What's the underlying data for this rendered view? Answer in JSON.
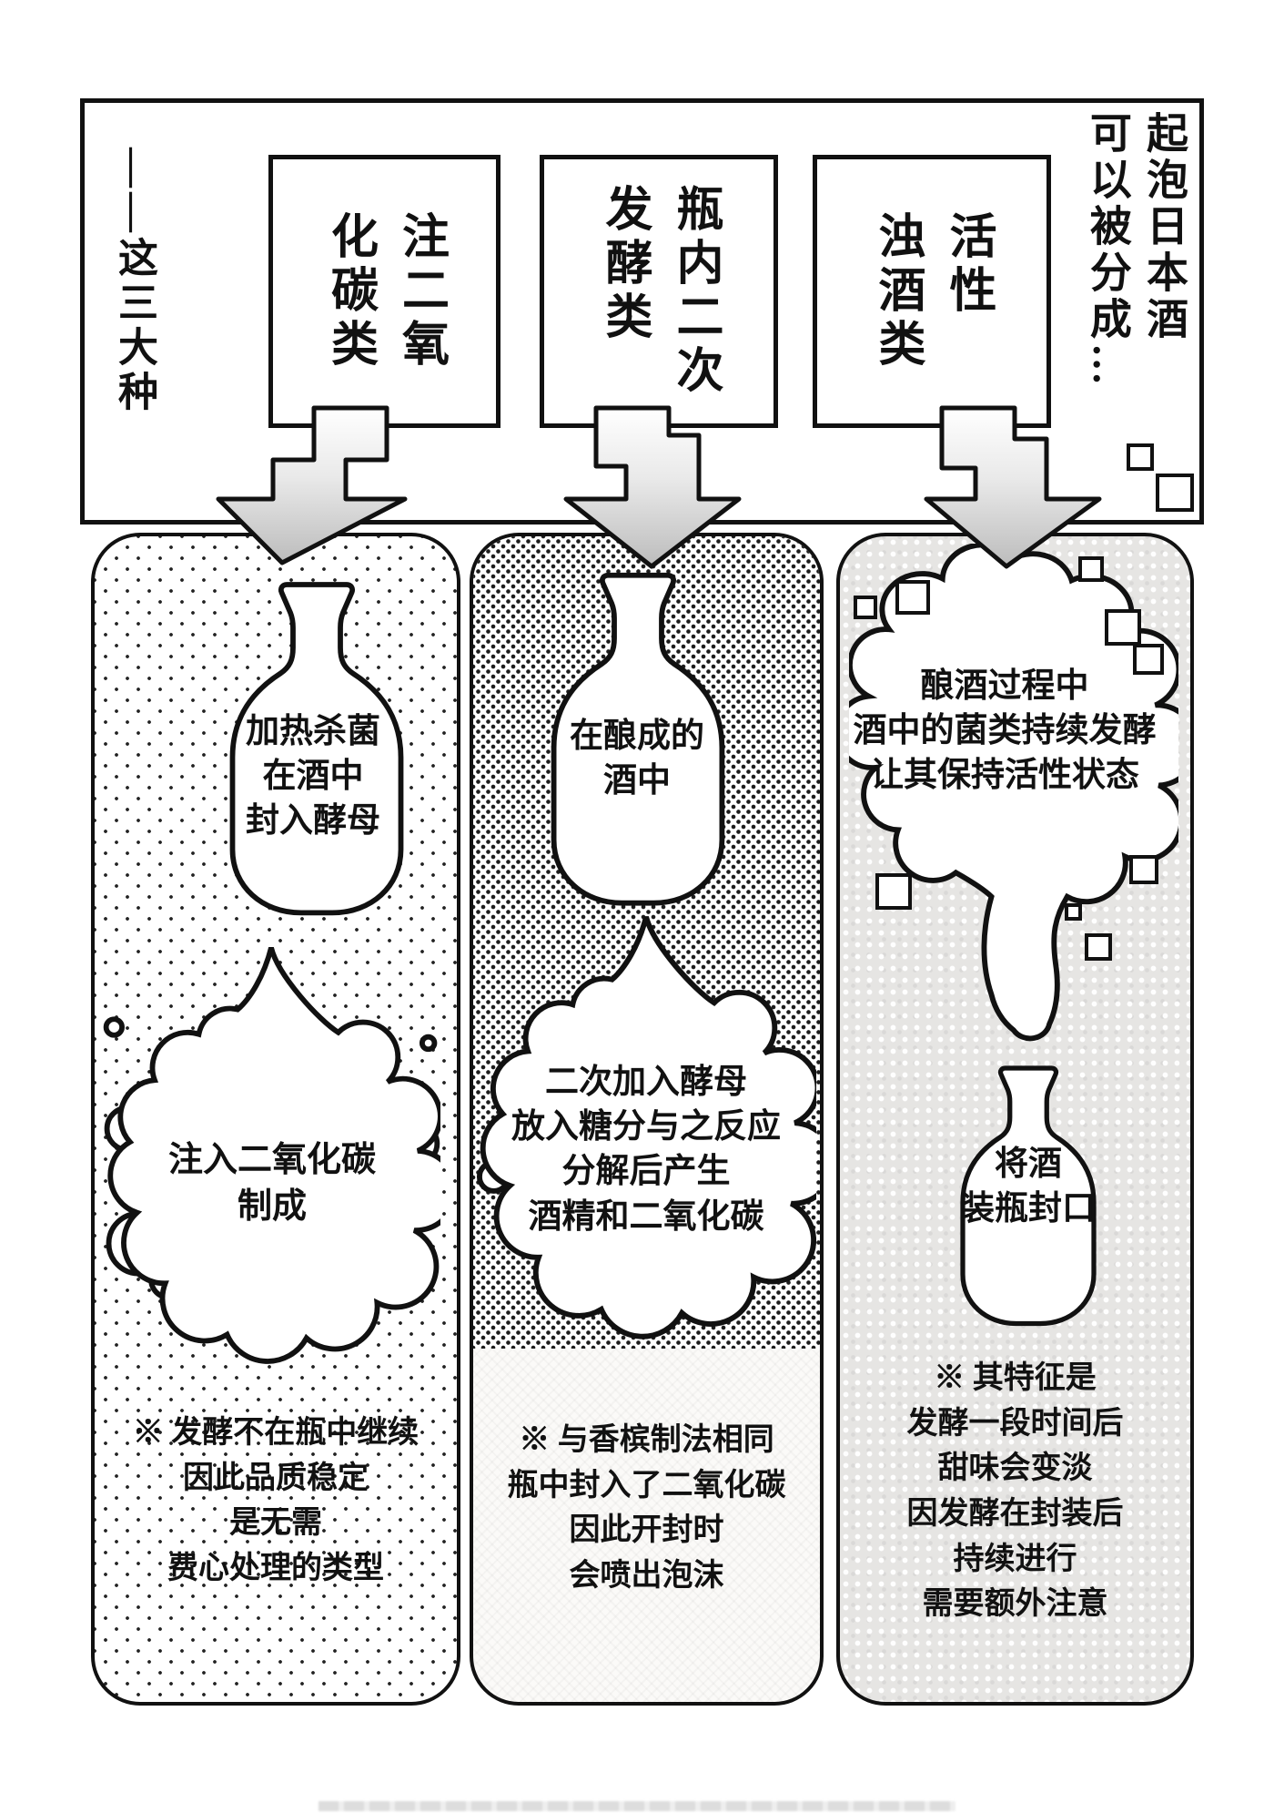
{
  "header": {
    "right_intro": "起泡日本酒\n可以被分成…",
    "left_outro": "——这三大种",
    "categories": [
      {
        "label": "注二氧\n化碳类"
      },
      {
        "label": "瓶内二次\n发酵类"
      },
      {
        "label": "活性\n浊酒类"
      }
    ]
  },
  "panels": [
    {
      "bottle_text": "加热杀菌\n在酒中\n封入酵母",
      "cloud_text": "注入二氧化碳\n制成",
      "note": "※ 发酵不在瓶中继续\n因此品质稳定\n是无需\n费心处理的类型"
    },
    {
      "bottle_text": "在酿成的\n酒中",
      "cloud_text": "二次加入酵母\n放入糖分与之反应\n分解后产生\n酒精和二氧化碳",
      "note": "※ 与香槟制法相同\n瓶中封入了二氧化碳\n因此开封时\n会喷出泡沫"
    },
    {
      "cloud_text": "酿酒过程中\n酒中的菌类持续发酵\n让其保持活性状态",
      "bottle_text": "将酒\n装瓶封口",
      "note": "※ 其特征是\n发酵一段时间后\n甜味会变淡\n因发酵在封装后\n持续进行\n需要额外注意"
    }
  ]
}
